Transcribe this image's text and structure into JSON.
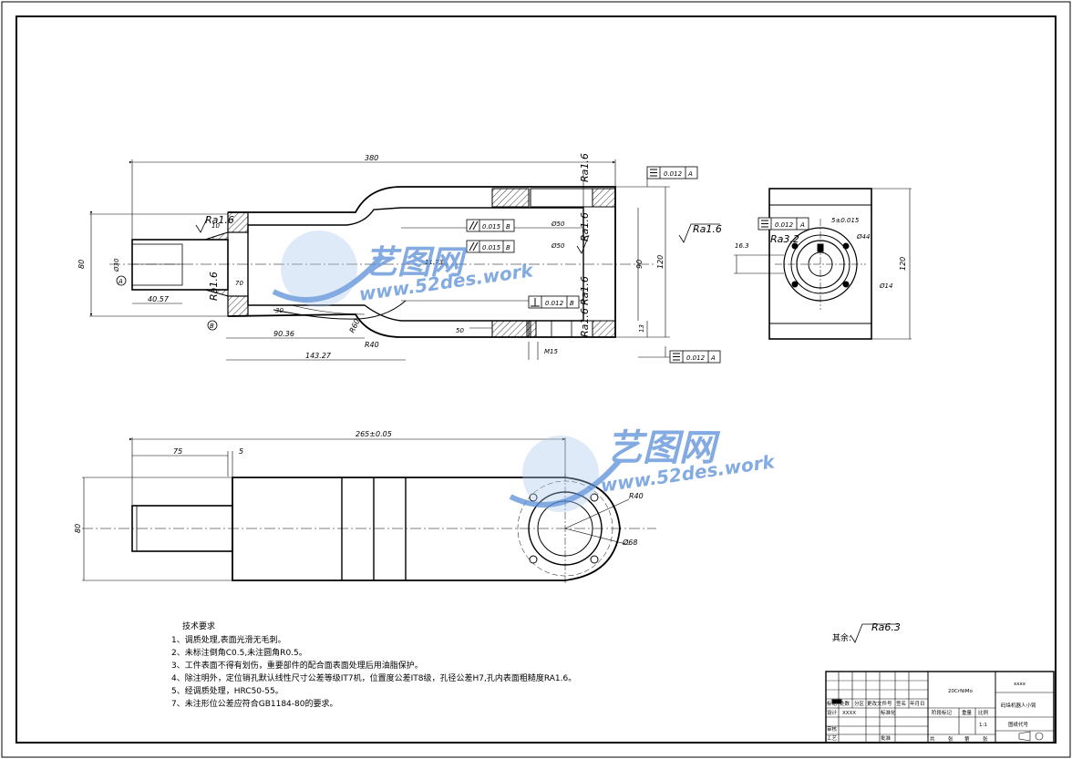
{
  "view_front": {
    "overall_len": "380",
    "height_80": "80",
    "len_40": "40.57",
    "len_90": "90.36",
    "len_143": "143.27",
    "r40": "R40",
    "r60": "R60",
    "h90": "90",
    "h120": "120",
    "h13": "13",
    "m15": "M15",
    "d10": "10",
    "d70": "70",
    "d30": "30",
    "d50": "50",
    "d11": "11.73",
    "ra16_a": "Ra1.6",
    "ra16_b": "Ra1.6",
    "ra16_c": "Ra1.6",
    "ra16_d": "Ra1.6",
    "ra16_e": "Ra1.6",
    "ra16_f": "Ra1.6",
    "ra16_main": "Ra1.6",
    "phi30": "Ø30",
    "phi50a": "Ø50",
    "phi50b": "Ø50",
    "tol_top": "0.012",
    "tol_top_ref": "A",
    "tol_par1": "0.015",
    "tol_par1_ref": "B",
    "tol_par2": "0.015",
    "tol_par2_ref": "B",
    "tol_perp": "0.012",
    "tol_perp_ref": "B",
    "tol_bot": "0.012",
    "tol_bot_ref": "A",
    "datum_a": "A",
    "datum_b": "B"
  },
  "view_side": {
    "tol": "0.012",
    "tol_ref": "A",
    "key": "5±0.015",
    "ra32": "Ra3.2",
    "d16": "16.3",
    "phi44": "Ø44",
    "phi14": "Ø14",
    "h120": "120"
  },
  "view_top": {
    "len_265": "265±0.05",
    "len_75": "75",
    "len_5": "5",
    "h80": "80",
    "r40": "R40",
    "phi68": "Ø68"
  },
  "watermark": {
    "brand": "艺图网",
    "url": "www.52des.work"
  },
  "tech": {
    "title": "技术要求",
    "lines": [
      "1、调质处理,表面光滑无毛刺。",
      "2、未标注倒角C0.5,未注圆角R0.5。",
      "3、工件表面不得有划伤，重要部件的配合面表面处理后用油脂保护。",
      "4、除注明外，定位销孔默认线性尺寸公差等级IT7机，位置度公差IT8级，孔径公差H7,孔内表面粗糙度RA1.6。",
      "5、经调质处理，HRC50-55。",
      "7、未注形位公差应符合GB1184-80的要求。"
    ]
  },
  "others_label": "其余:",
  "others_ra": "Ra6.3",
  "title_block": {
    "material": "20CrNiMo",
    "company": "xxxx",
    "part_name": "码垛机器人小臂",
    "drawing_no_label": "图纸代号",
    "scale": "1:1",
    "r1": [
      "标记",
      "处数",
      "分区",
      "更改文件号",
      "签名",
      "年月日"
    ],
    "r2": [
      "设计",
      "XXXX",
      "标准化"
    ],
    "stage_labels": [
      "阶段标记",
      "重量",
      "比例"
    ],
    "r3": [
      "审核"
    ],
    "r4": [
      "工艺",
      "批准"
    ],
    "sheets": [
      "共",
      "张",
      "第",
      "张"
    ]
  }
}
